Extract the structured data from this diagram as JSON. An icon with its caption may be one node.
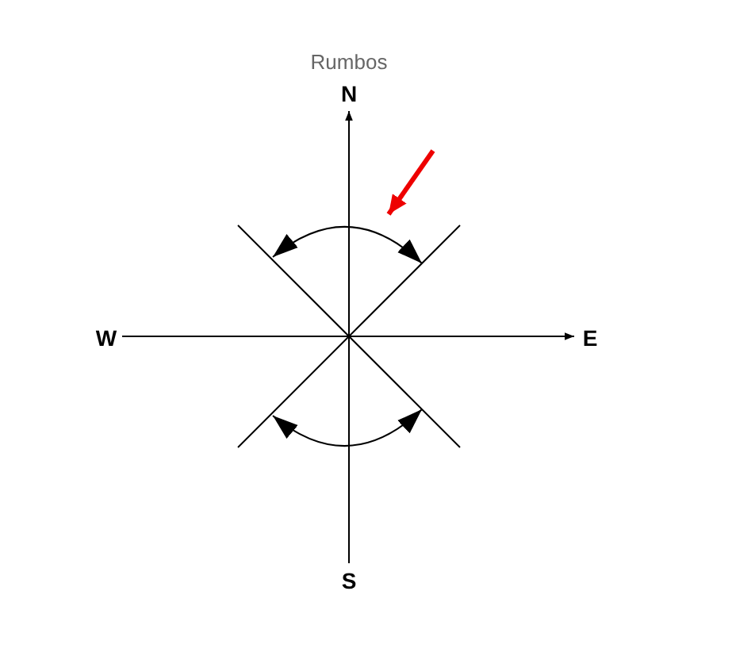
{
  "diagram": {
    "title": "Rumbos",
    "labels": [
      "N",
      "W",
      "E",
      "S"
    ]
  }
}
